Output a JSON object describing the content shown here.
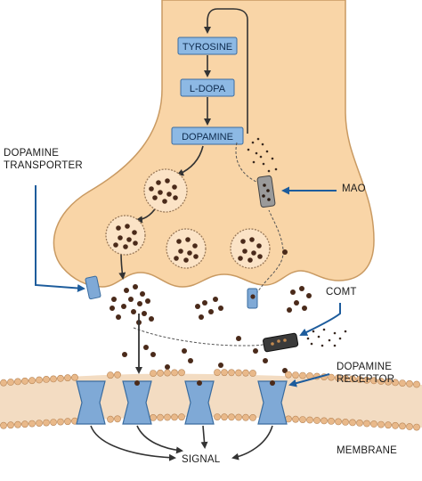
{
  "pathway": {
    "steps": [
      "TYROSINE",
      "L-DOPA",
      "DOPAMINE"
    ]
  },
  "labels": {
    "dopamine_transporter_line1": "DOPAMINE",
    "dopamine_transporter_line2": "TRANSPORTER",
    "mao": "MAO",
    "comt": "COMT",
    "dopamine_receptor_line1": "DOPAMINE",
    "dopamine_receptor_line2": "RECEPTOR",
    "signal": "SIGNAL",
    "membrane": "MEMBRANE"
  },
  "colors": {
    "neuron_fill": "#f9d5a7",
    "neuron_stroke": "#c99a62",
    "box_fill": "#8db9e4",
    "box_stroke": "#3a6c9f",
    "receptor_fill": "#7fa9d6",
    "dopamine_dot": "#4a2a1a",
    "arrow_blue": "#1d5c9c",
    "membrane_head": "#e9b98a",
    "membrane_tail": "#f3dcc2"
  }
}
